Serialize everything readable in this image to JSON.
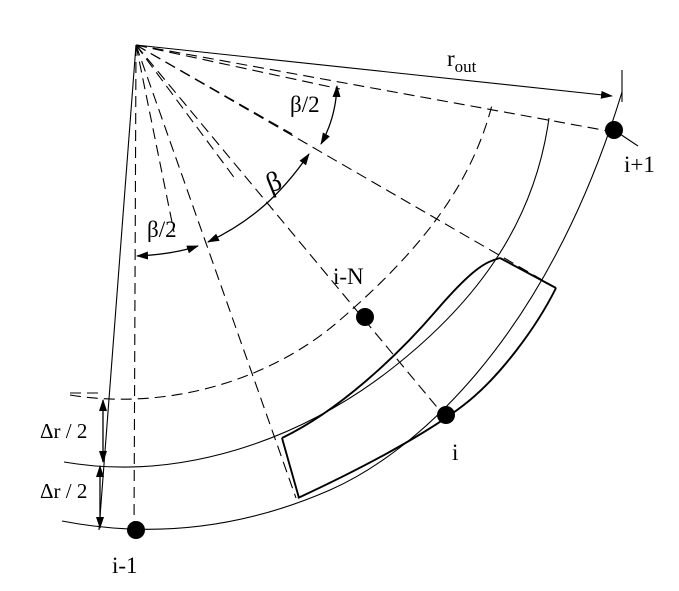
{
  "diagram": {
    "labels": {
      "r_out_main": "r",
      "r_out_sub": "out",
      "beta_half_top": "β/2",
      "beta": "β",
      "beta_half_left": "β/2",
      "node_i_minus_n": "i-N",
      "node_i_plus_1": "i+1",
      "node_i": "i",
      "node_i_minus_1": "i-1",
      "delta_r_half_upper": "Δr / 2",
      "delta_r_half_lower": "Δr / 2"
    }
  }
}
